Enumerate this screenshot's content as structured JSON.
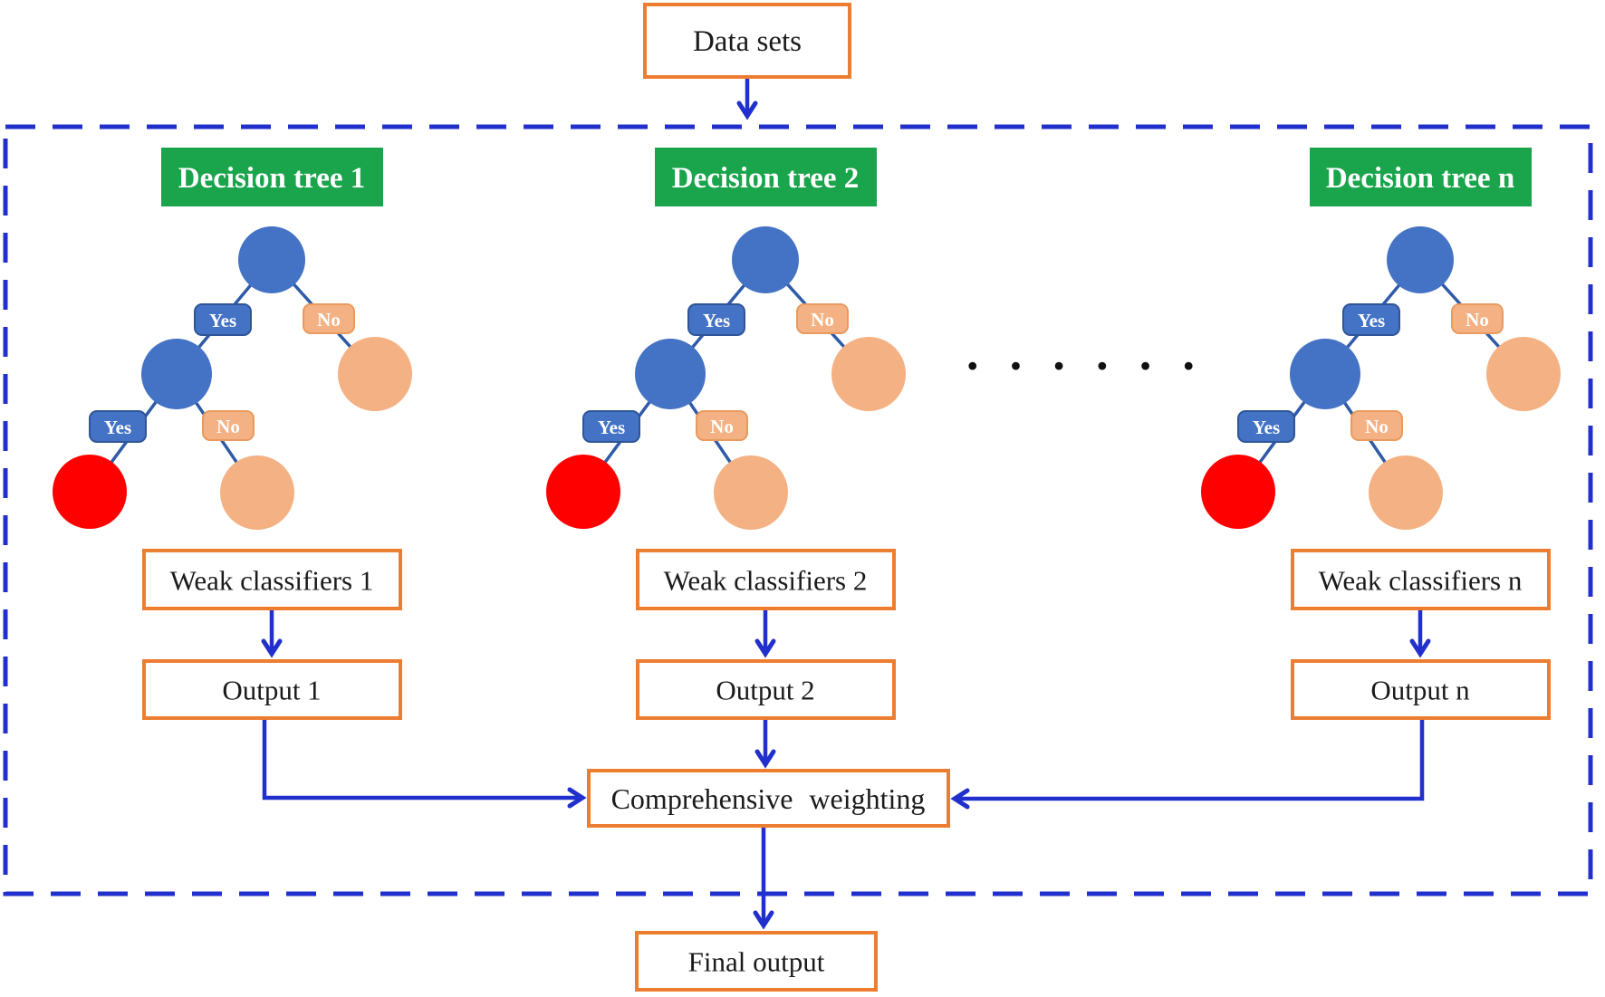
{
  "colors": {
    "orange": "#ED7D31",
    "arrowBlue": "#2130CC",
    "nodeBlue": "#4472C4",
    "nodeBlueDark": "#2F5597",
    "nodeOrange": "#F4B183",
    "nodeOrangeDark": "#E89A5F",
    "nodeRed": "#FE0000",
    "green": "#1AA44C",
    "edgeBlue": "#2E5AA8",
    "ink": "#1B1B1B"
  },
  "dataset_label": "Data sets",
  "labels": {
    "yes": "Yes",
    "no": "No"
  },
  "trees": [
    {
      "label": "Decision tree 1",
      "weak_label": "Weak classifiers 1",
      "output_label": "Output 1"
    },
    {
      "label": "Decision tree 2",
      "weak_label": "Weak classifiers 2",
      "output_label": "Output 2"
    },
    {
      "label": "Decision tree n",
      "weak_label": "Weak classifiers n",
      "output_label": "Output n"
    }
  ],
  "ellipsis": "••••••",
  "comprehensive_label": "Comprehensive weighting",
  "final_label": "Final output"
}
